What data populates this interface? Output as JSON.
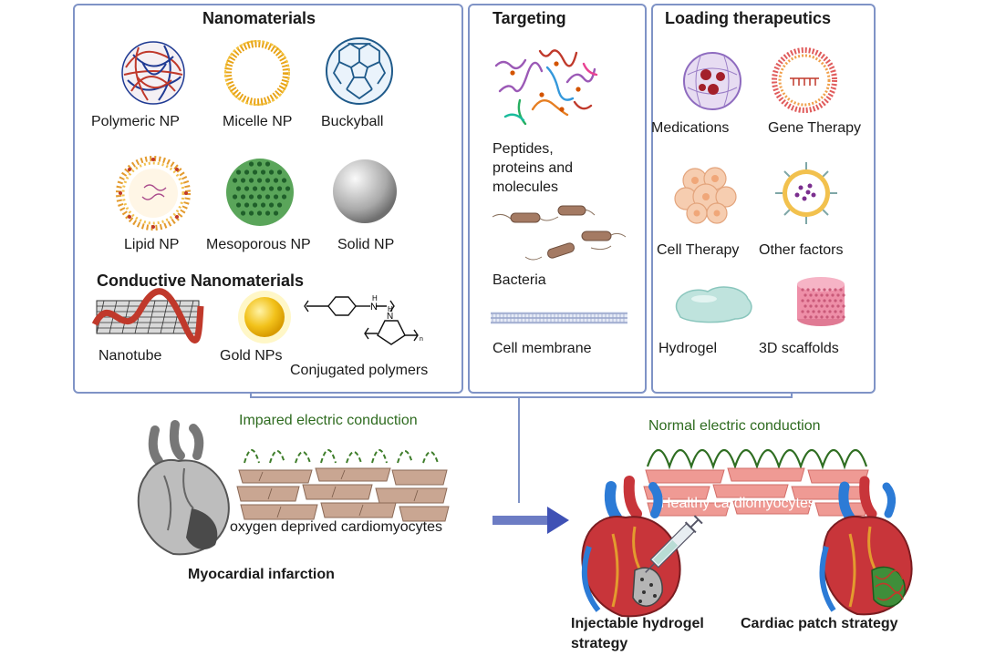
{
  "nanomaterials": {
    "title": "Nanomaterials",
    "items": [
      "Polymeric NP",
      "Micelle NP",
      "Buckyball",
      "Lipid NP",
      "Mesoporous NP",
      "Solid NP"
    ],
    "conductive_title": "Conductive Nanomaterials",
    "conductive_items": [
      "Nanotube",
      "Gold NPs",
      "Conjugated polymers"
    ]
  },
  "targeting": {
    "title": "Targeting",
    "items": [
      "Peptides,",
      "proteins and",
      "molecules",
      "Bacteria",
      "Cell membrane"
    ]
  },
  "loading": {
    "title": "Loading therapeutics",
    "items": [
      "Medications",
      "Gene Therapy",
      "Cell Therapy",
      "Other factors",
      "Hydrogel",
      "3D scaffolds"
    ]
  },
  "bottom": {
    "impaired": "Impared electric conduction",
    "oxygen": "oxygen deprived cardiomyocytes",
    "mi": "Myocardial infarction",
    "normal": "Normal electric conduction",
    "healthy": "Healthy cardiomyocytes",
    "hydrogel_strategy_1": "Injectable hydrogel",
    "hydrogel_strategy_2": "strategy",
    "patch_strategy": "Cardiac patch strategy"
  },
  "colors": {
    "panel_border": "#7f93c6",
    "arrow": "#3f51b5",
    "wave_impaired": "#3e7d2a",
    "wave_normal": "#2f6e22",
    "tissue_infarct": "#c9a692",
    "tissue_healthy": "#ef9a94",
    "heart_red": "#c8353a"
  }
}
